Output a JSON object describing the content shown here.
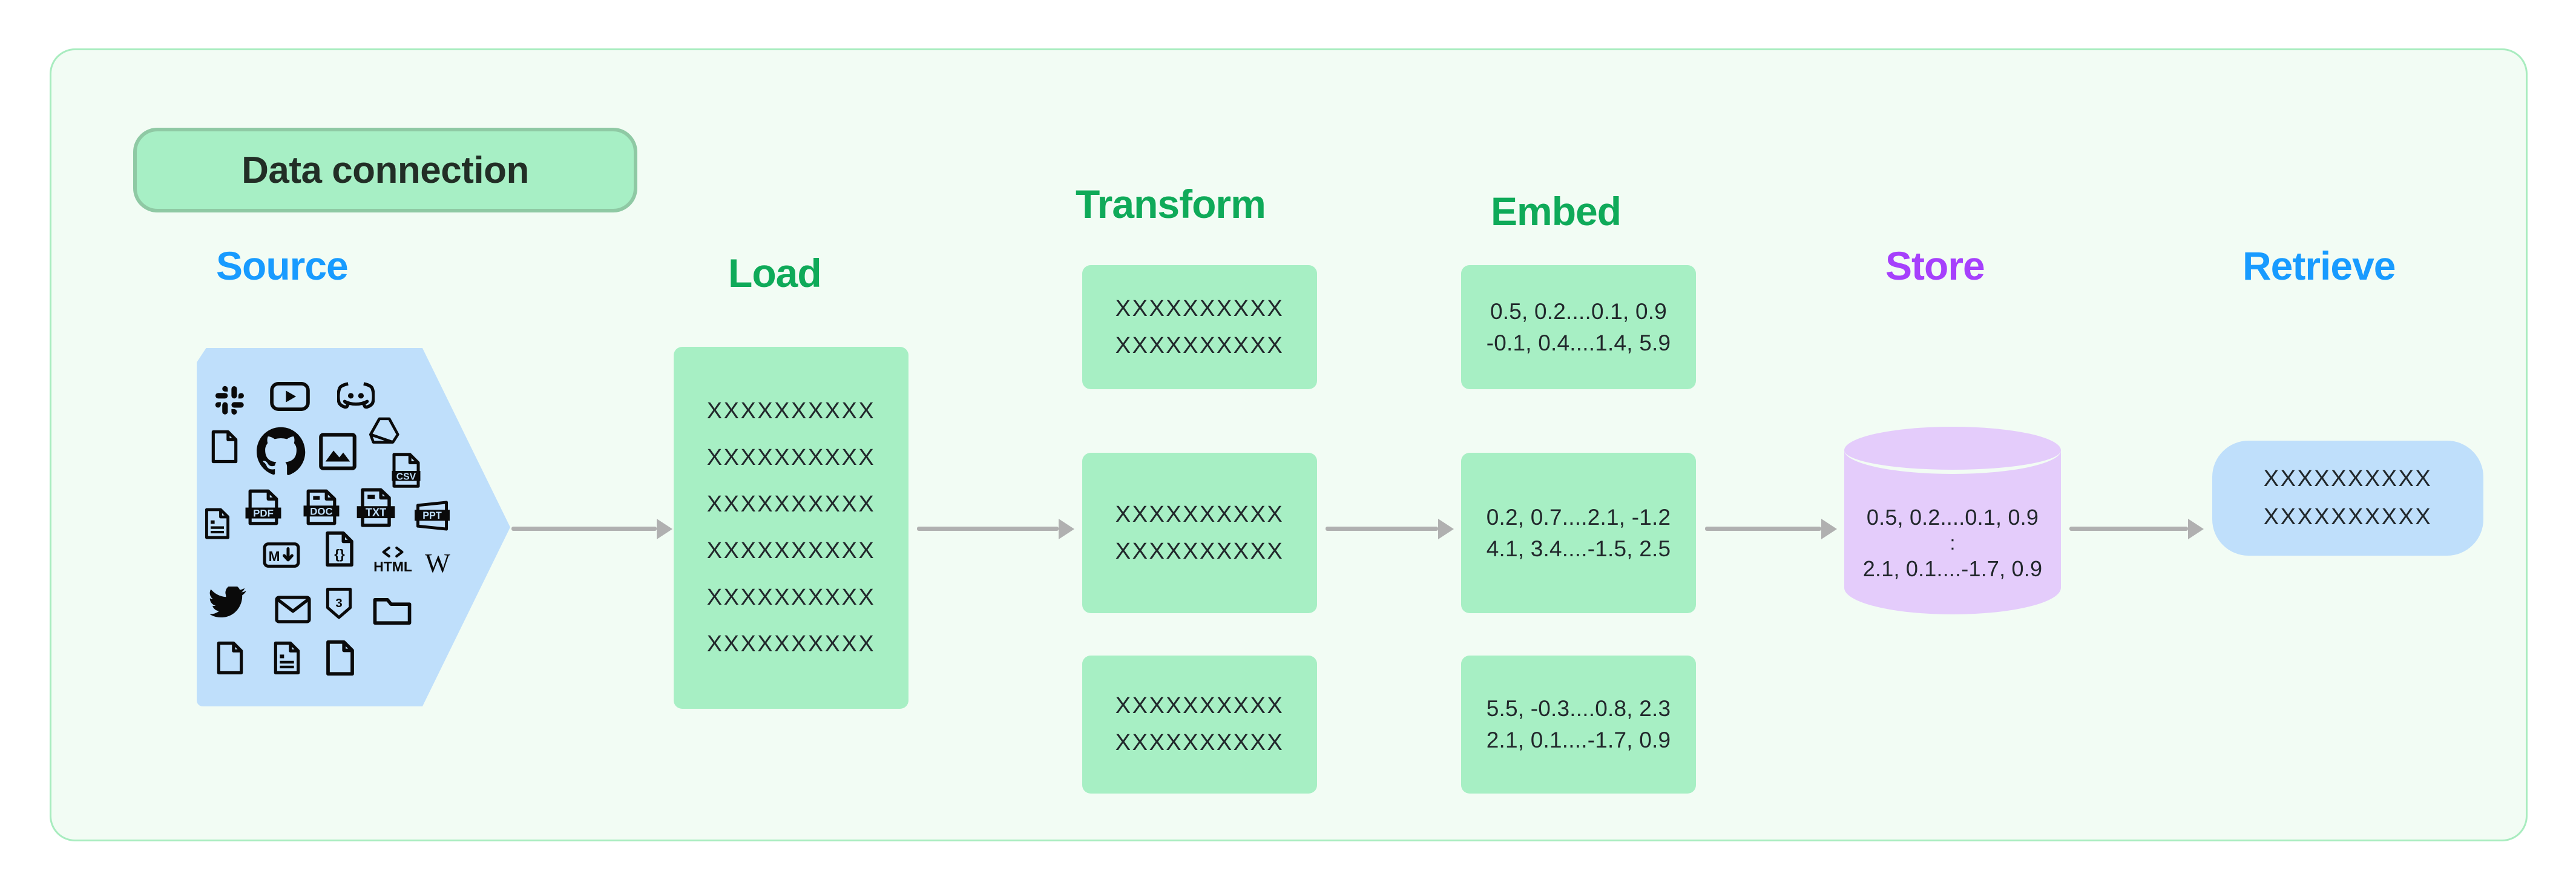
{
  "badge": {
    "label": "Data connection"
  },
  "stages": [
    {
      "key": "source",
      "label": "Source",
      "color": "#189BFF"
    },
    {
      "key": "load",
      "label": "Load",
      "color": "#0FAA59"
    },
    {
      "key": "transform",
      "label": "Transform",
      "color": "#0FAA59"
    },
    {
      "key": "embed",
      "label": "Embed",
      "color": "#0FAA59"
    },
    {
      "key": "store",
      "label": "Store",
      "color": "#A640FC"
    },
    {
      "key": "retrieve",
      "label": "Retrieve",
      "color": "#189BFF"
    }
  ],
  "source": {
    "shape_color": "#BFDFFB",
    "icons": [
      "slack-icon",
      "youtube-icon",
      "discord-icon",
      "file-icon",
      "github-icon",
      "image-icon",
      "google-drive-icon",
      "csv-file-icon",
      "document-lines-icon",
      "pdf-file-icon",
      "doc-file-icon",
      "txt-file-icon",
      "ppt-file-icon",
      "markdown-icon",
      "json-code-file-icon",
      "html-icon",
      "wikipedia-icon",
      "twitter-icon",
      "email-icon",
      "css3-icon",
      "folder-icon",
      "file-icon",
      "document-lines-icon",
      "file-icon"
    ]
  },
  "load": {
    "box_color": "#A7EFC4",
    "lines": [
      "XXXXXXXXXX",
      "XXXXXXXXXX",
      "XXXXXXXXXX",
      "XXXXXXXXXX",
      "XXXXXXXXXX",
      "XXXXXXXXXX"
    ]
  },
  "transform": {
    "box_color": "#A7EFC4",
    "chunks": [
      {
        "lines": [
          "XXXXXXXXXX",
          "XXXXXXXXXX"
        ]
      },
      {
        "lines": [
          "XXXXXXXXXX",
          "XXXXXXXXXX"
        ]
      },
      {
        "lines": [
          "XXXXXXXXXX",
          "XXXXXXXXXX"
        ]
      }
    ]
  },
  "embed": {
    "box_color": "#A7EFC4",
    "vectors": [
      {
        "lines": [
          "0.5, 0.2....0.1, 0.9",
          "-0.1, 0.4....1.4, 5.9"
        ]
      },
      {
        "lines": [
          "0.2, 0.7....2.1, -1.2",
          "4.1, 3.4....-1.5, 2.5"
        ]
      },
      {
        "lines": [
          "5.5, -0.3....0.8, 2.3",
          "2.1, 0.1....-1.7, 0.9"
        ]
      }
    ]
  },
  "store": {
    "cylinder_color": "#E4CCFB",
    "lines": [
      "0.5, 0.2....0.1, 0.9",
      ":",
      "2.1, 0.1....-1.7, 0.9"
    ]
  },
  "retrieve": {
    "box_color": "#BFDFFB",
    "lines": [
      "XXXXXXXXXX",
      "XXXXXXXXXX"
    ]
  },
  "arrows": {
    "color": "#B0B0B0",
    "count": 5
  },
  "theme": {
    "page_background": "#FFFFFF",
    "panel_background": "#F2FCF4",
    "panel_border": "#A8ECBF",
    "badge_fill": "#A7EFC5",
    "badge_border": "#8FC9A4",
    "text_color": "#21272B"
  }
}
